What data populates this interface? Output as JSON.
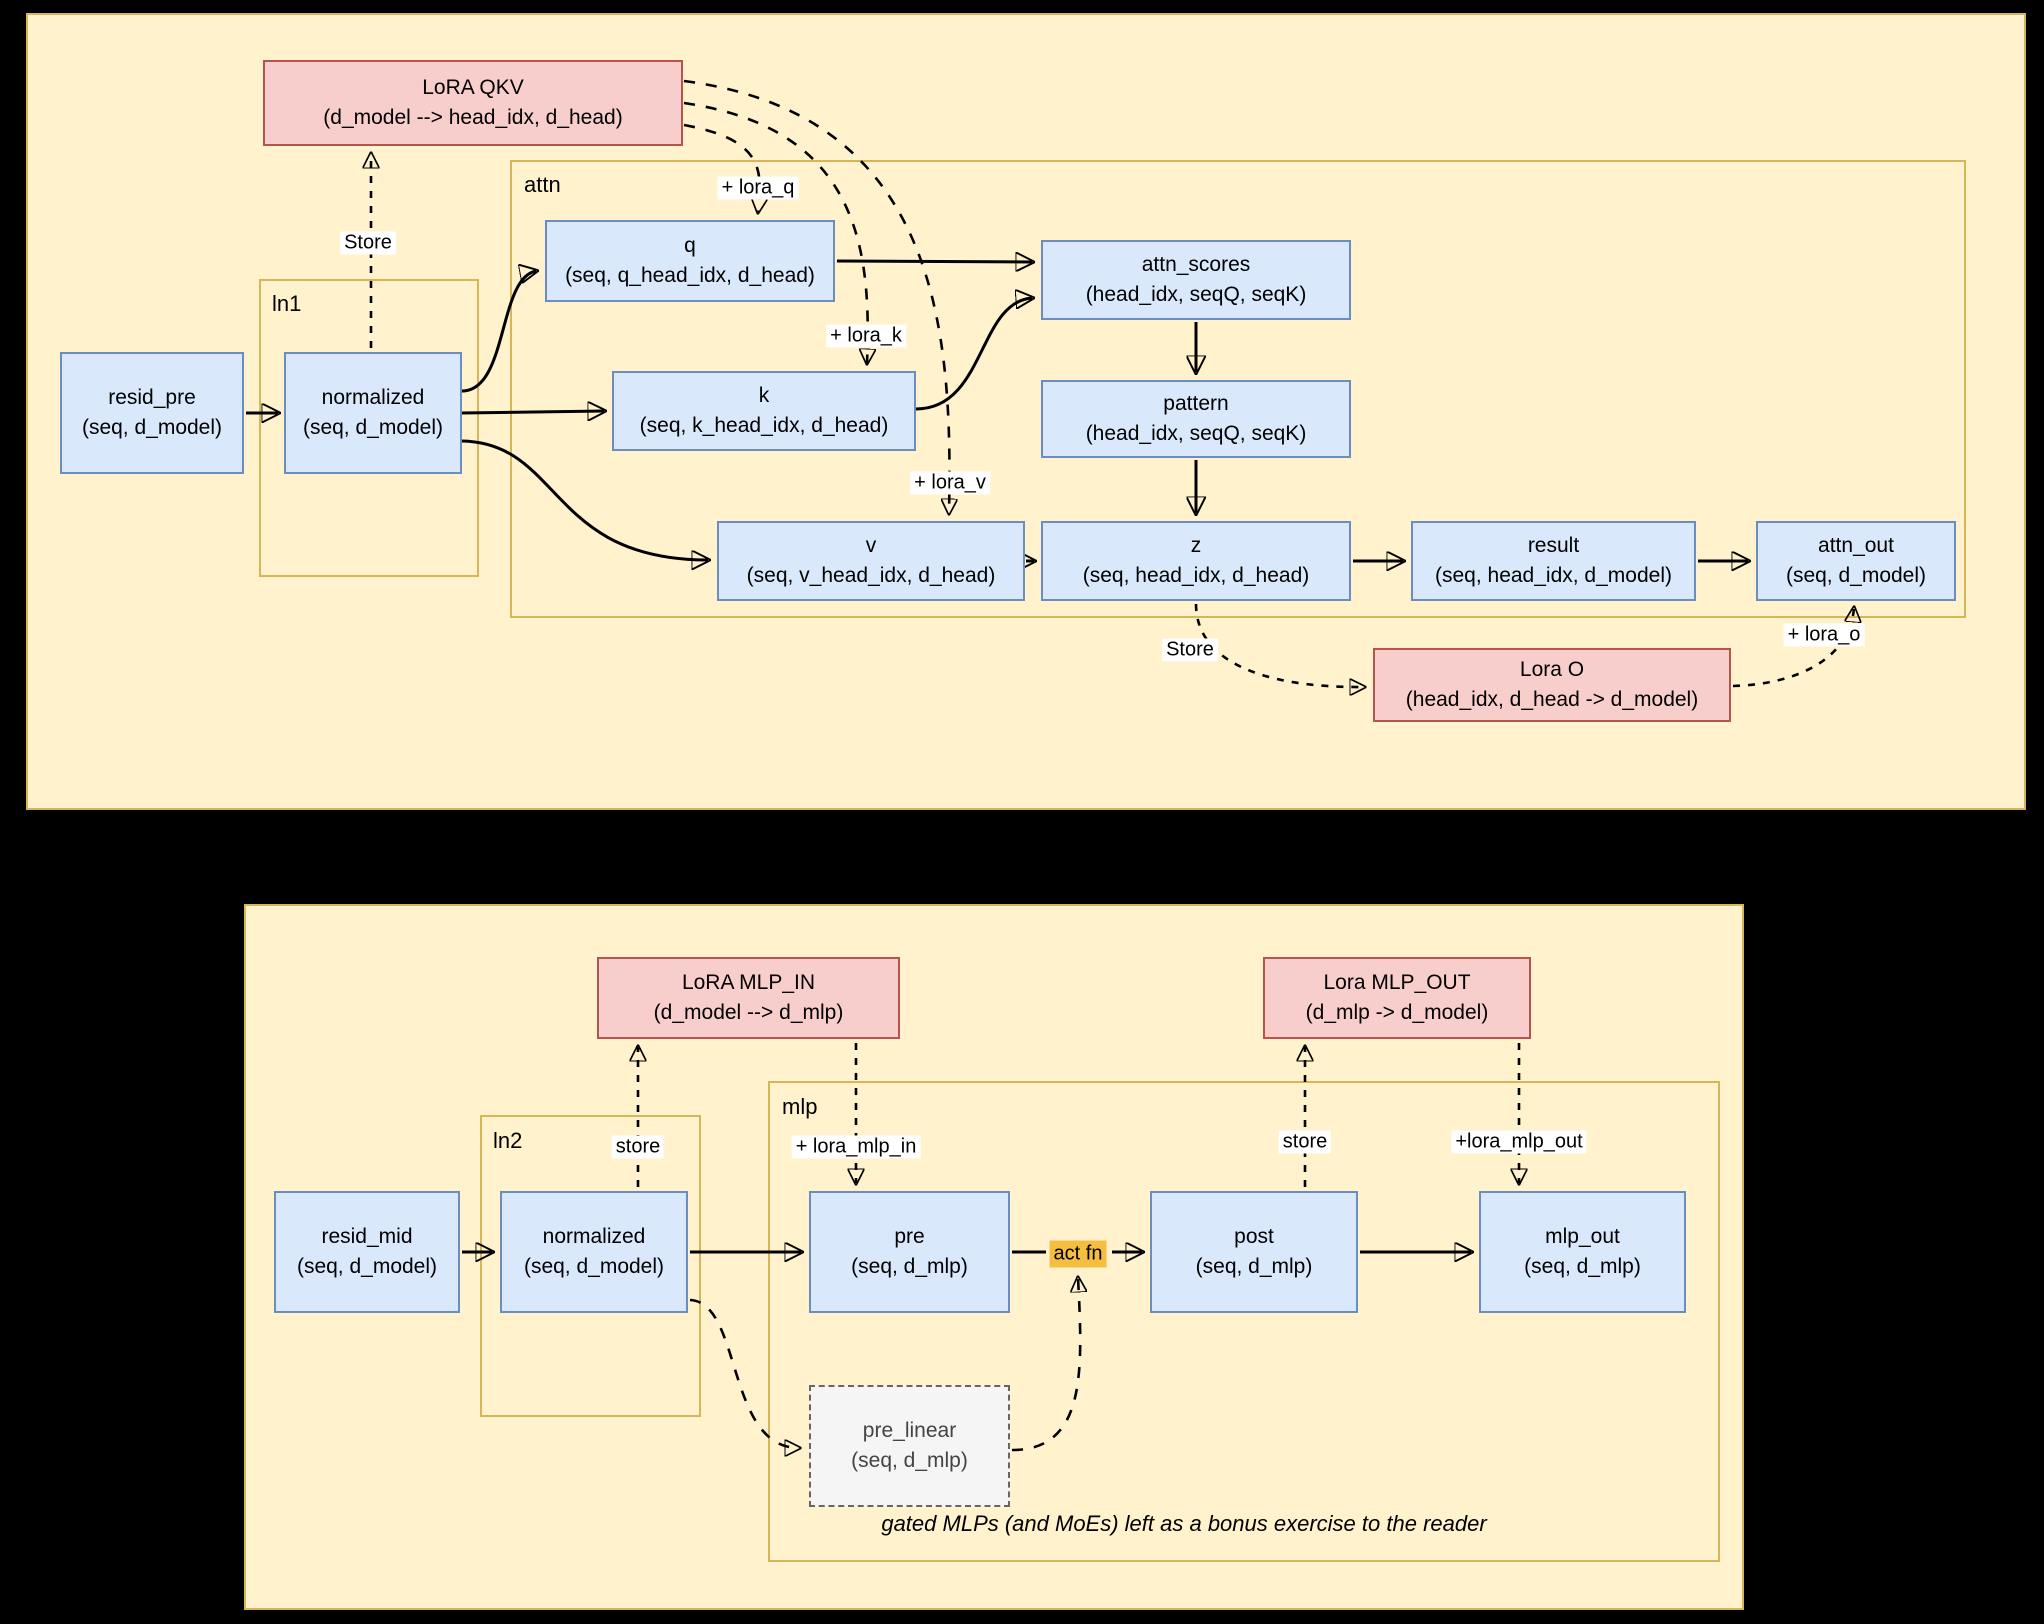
{
  "colors": {
    "background": "#000000",
    "panel_bg": "#FFF2CC",
    "panel_border": "#D6B656",
    "node_bg": "#DAE8FC",
    "node_border": "#6C8EBF",
    "lora_bg": "#F8CECC",
    "lora_border": "#B85450",
    "act_fn_bg": "#F5BE41",
    "pre_linear_bg": "#F5F5F5"
  },
  "attention_panel": {
    "attn_label": "attn",
    "ln1_label": "ln1",
    "lora_qkv": {
      "title": "LoRA QKV",
      "dims": "(d_model --> head_idx, d_head)"
    },
    "lora_o": {
      "title": "Lora O",
      "dims": "(head_idx, d_head -> d_model)"
    },
    "nodes": {
      "resid_pre": {
        "title": "resid_pre",
        "dims": "(seq, d_model)"
      },
      "normalized": {
        "title": "normalized",
        "dims": "(seq, d_model)"
      },
      "q": {
        "title": "q",
        "dims": "(seq, q_head_idx, d_head)"
      },
      "k": {
        "title": "k",
        "dims": "(seq, k_head_idx, d_head)"
      },
      "v": {
        "title": "v",
        "dims": "(seq, v_head_idx, d_head)"
      },
      "attn_scores": {
        "title": "attn_scores",
        "dims": "(head_idx, seqQ, seqK)"
      },
      "pattern": {
        "title": "pattern",
        "dims": "(head_idx, seqQ, seqK)"
      },
      "z": {
        "title": "z",
        "dims": "(seq, head_idx, d_head)"
      },
      "result": {
        "title": "result",
        "dims": "(seq, head_idx, d_model)"
      },
      "attn_out": {
        "title": "attn_out",
        "dims": "(seq, d_model)"
      }
    },
    "edge_labels": {
      "store_top": "Store",
      "lora_q": "+ lora_q",
      "lora_k": "+ lora_k",
      "lora_v": "+ lora_v",
      "store_bottom": "Store",
      "lora_o": "+ lora_o"
    }
  },
  "mlp_panel": {
    "mlp_label": "mlp",
    "ln2_label": "ln2",
    "lora_mlp_in": {
      "title": "LoRA MLP_IN",
      "dims": "(d_model --> d_mlp)"
    },
    "lora_mlp_out": {
      "title": "Lora MLP_OUT",
      "dims": "(d_mlp -> d_model)"
    },
    "nodes": {
      "resid_mid": {
        "title": "resid_mid",
        "dims": "(seq, d_model)"
      },
      "normalized": {
        "title": "normalized",
        "dims": "(seq, d_model)"
      },
      "pre": {
        "title": "pre",
        "dims": "(seq, d_mlp)"
      },
      "post": {
        "title": "post",
        "dims": "(seq, d_mlp)"
      },
      "mlp_out": {
        "title": "mlp_out",
        "dims": "(seq, d_mlp)"
      },
      "pre_linear": {
        "title": "pre_linear",
        "dims": "(seq, d_mlp)"
      }
    },
    "edge_labels": {
      "store_in": "store",
      "lora_mlp_in": "+ lora_mlp_in",
      "store_out": "store",
      "lora_mlp_out": "+lora_mlp_out",
      "act_fn": "act fn"
    },
    "caption": "gated MLPs (and MoEs) left as a bonus exercise to the reader"
  }
}
